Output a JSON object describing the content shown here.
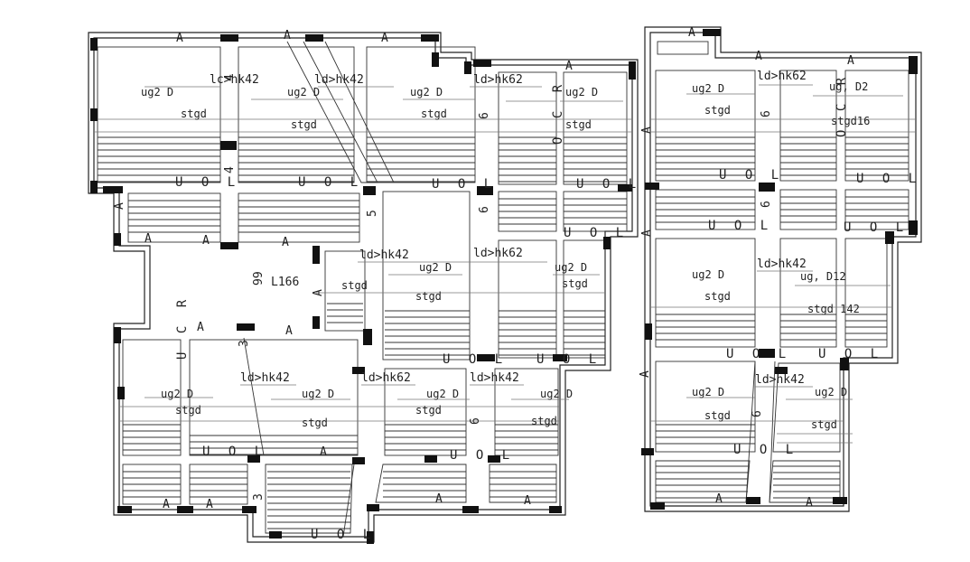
{
  "labels": {
    "a": "A",
    "uol": "U O L",
    "ucr": "U C R",
    "hk42": "ld>hk42",
    "hk162": "ld>hk62",
    "lc_hk42": "lc>hk42",
    "beam_d": "ug2 D",
    "beam_d12": "ug, D12",
    "beam_d2": "ug, D2",
    "stgd": "stgd",
    "stgd_n": "stgd 142",
    "stgd16": "stgd16",
    "six": "6",
    "five": "5",
    "four": "4",
    "three": "3",
    "l166": "L166",
    "nine": "99",
    "l": "L",
    "ocr": "O C R"
  }
}
